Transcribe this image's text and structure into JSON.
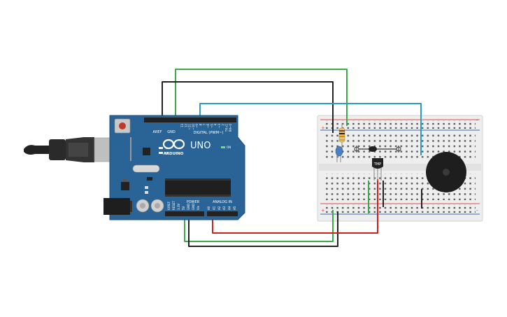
{
  "colors": {
    "background": "#ffffff",
    "board": "#2a6496",
    "board_edge": "#1d4f7a",
    "header": "#222222",
    "breadboard": "#eeeeee",
    "rail_red": "#d9534f",
    "rail_blue": "#3b6fb6",
    "wire_green": "#3aaa4a",
    "wire_black": "#222222",
    "wire_blue": "#2a9ec0",
    "wire_red": "#cc2222",
    "buzzer": "#1e1e1e",
    "usb": "#bfbfbf"
  },
  "board": {
    "brand": "ARDUINO",
    "model": "UNO",
    "on_label": "ON",
    "tx_label": "TX",
    "rx_label": "RX",
    "digital_label": "DIGITAL (PWM~)",
    "power_label": "POWER",
    "analog_label": "ANALOG IN",
    "gnd_label": "GND",
    "aref_label": "AREF",
    "digital_pins": [
      "13",
      "12",
      "~11",
      "~10",
      "~9",
      "8",
      "7",
      "~6",
      "~5",
      "4",
      "~3",
      "2",
      "TX→1",
      "RX←0"
    ],
    "power_pins": [
      "IOREF",
      "RESET",
      "3.3V",
      "5V",
      "GND",
      "GND",
      "Vin"
    ],
    "analog_pins": [
      "A0",
      "A1",
      "A2",
      "A3",
      "A4",
      "A5"
    ]
  },
  "sensor": {
    "label": "TMP"
  }
}
